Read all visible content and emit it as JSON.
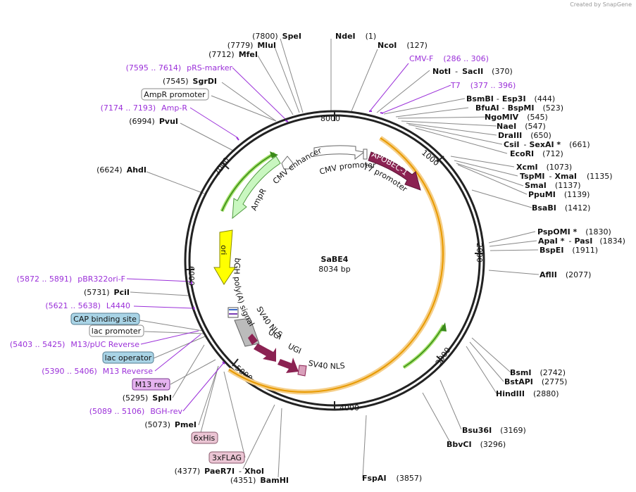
{
  "credit": "Created by SnapGene",
  "plasmid": {
    "name": "SaBE4",
    "size": "8034 bp"
  },
  "ticks": [
    "8000",
    "1000",
    "2000",
    "3000",
    "4000",
    "5000",
    "6000",
    "7000"
  ],
  "features": {
    "cmv_enhancer": "CMV enhancer",
    "cmv_promoter": "CMV promoter",
    "t7_promoter": "T7 promoter",
    "apobec": "APOBEC-1",
    "ampr": "AmpR",
    "ori": "ori",
    "bgh": "bGH poly(A) signal",
    "sv40_nls_1": "SV40 NLS",
    "ugi_1": "UGI",
    "ugi_2": "UGI",
    "sv40_nls_2": "SV40 NLS"
  },
  "right_sites": [
    {
      "name": "NdeI",
      "pos": "(1)"
    },
    {
      "name": "NcoI",
      "pos": "(127)"
    },
    {
      "name": "NotI",
      "name2": "SacII",
      "pos": "(370)"
    },
    {
      "name": "BsmBI",
      "name2": "Esp3I",
      "pos": "(444)"
    },
    {
      "name": "BfuAI",
      "name2": "BspMI",
      "pos": "(523)"
    },
    {
      "name": "NgoMIV",
      "pos": "(545)"
    },
    {
      "name": "NaeI",
      "pos": "(547)"
    },
    {
      "name": "DraIII",
      "pos": "(650)"
    },
    {
      "name": "CsiI",
      "name2": "SexAI *",
      "pos": "(661)"
    },
    {
      "name": "EcoRI",
      "pos": "(712)"
    },
    {
      "name": "XcmI",
      "pos": "(1073)"
    },
    {
      "name": "TspMI",
      "name2": "XmaI",
      "pos": "(1135)"
    },
    {
      "name": "SmaI",
      "pos": "(1137)"
    },
    {
      "name": "PpuMI",
      "pos": "(1139)"
    },
    {
      "name": "BsaBI",
      "pos": "(1412)"
    },
    {
      "name": "PspOMI *",
      "pos": "(1830)"
    },
    {
      "name": "ApaI *",
      "name2": "PasI",
      "pos": "(1834)"
    },
    {
      "name": "BspEI",
      "pos": "(1911)"
    },
    {
      "name": "AflII",
      "pos": "(2077)"
    },
    {
      "name": "BsmI",
      "pos": "(2742)"
    },
    {
      "name": "BstAPI",
      "pos": "(2775)"
    },
    {
      "name": "HindIII",
      "pos": "(2880)"
    },
    {
      "name": "Bsu36I",
      "pos": "(3169)"
    },
    {
      "name": "BbvCI",
      "pos": "(3296)"
    },
    {
      "name": "FspAI",
      "pos": "(3857)"
    }
  ],
  "left_sites": [
    {
      "name": "SpeI",
      "pos": "(7800)"
    },
    {
      "name": "MluI",
      "pos": "(7779)"
    },
    {
      "name": "MfeI",
      "pos": "(7712)"
    },
    {
      "name": "SgrDI",
      "pos": "(7545)"
    },
    {
      "name": "PvuI",
      "pos": "(6994)"
    },
    {
      "name": "AhdI",
      "pos": "(6624)"
    },
    {
      "name": "PciI",
      "pos": "(5731)"
    },
    {
      "name": "SphI",
      "pos": "(5295)"
    },
    {
      "name": "PmeI",
      "pos": "(5073)"
    },
    {
      "name": "PaeR7I",
      "name2": "XhoI",
      "pos": "(4377)"
    },
    {
      "name": "BamHI",
      "pos": "(4351)"
    }
  ],
  "primers": [
    {
      "name": "CMV-F",
      "range": "(286 .. 306)"
    },
    {
      "name": "T7",
      "range": "(377 .. 396)"
    },
    {
      "name": "pRS-marker",
      "range": "(7595 .. 7614)"
    },
    {
      "name": "Amp-R",
      "range": "(7174 .. 7193)"
    },
    {
      "name": "pBR322ori-F",
      "range": "(5872 .. 5891)"
    },
    {
      "name": "L4440",
      "range": "(5621 .. 5638)"
    },
    {
      "name": "M13/pUC Reverse",
      "range": "(5403 .. 5425)"
    },
    {
      "name": "M13 Reverse",
      "range": "(5390 .. 5406)"
    },
    {
      "name": "BGH-rev",
      "range": "(5089 .. 5106)"
    }
  ],
  "boxes": {
    "ampr_promoter": "AmpR promoter",
    "cap_site": "CAP binding site",
    "lac_promoter": "lac promoter",
    "lac_operator": "lac operator",
    "m13_rev": "M13 rev",
    "his6": "6xHis",
    "flag3": "3xFLAG"
  },
  "colors": {
    "backbone": "#222222",
    "orf_ring": "#f0a400",
    "apobec": "#8b2252",
    "ampr": "#c9f7c0",
    "ori": "#ffff00",
    "primer": "#9b30d9",
    "cap_box": "#a9d4e6",
    "m13_box": "#e6b3f0",
    "tag_box": "#ebc5d4"
  }
}
